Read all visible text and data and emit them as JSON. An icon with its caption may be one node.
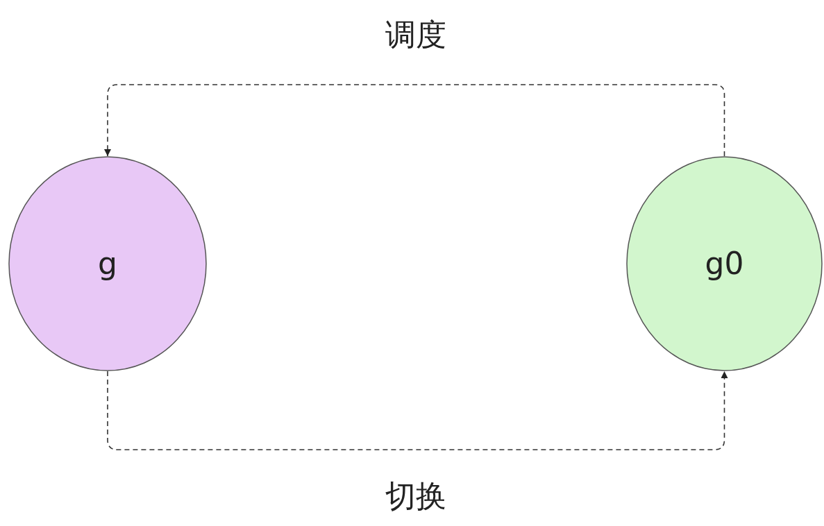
{
  "diagram": {
    "nodes": [
      {
        "text": [
          "g"
        ]
      },
      {
        "text": [
          "g0"
        ]
      }
    ],
    "edges": [
      {
        "from": 1,
        "to": 0,
        "arrow": "to",
        "style": "dashed",
        "label": "调度"
      },
      {
        "from": 0,
        "to": 1,
        "arrow": "to",
        "style": "dashed",
        "label": "切换"
      }
    ]
  }
}
